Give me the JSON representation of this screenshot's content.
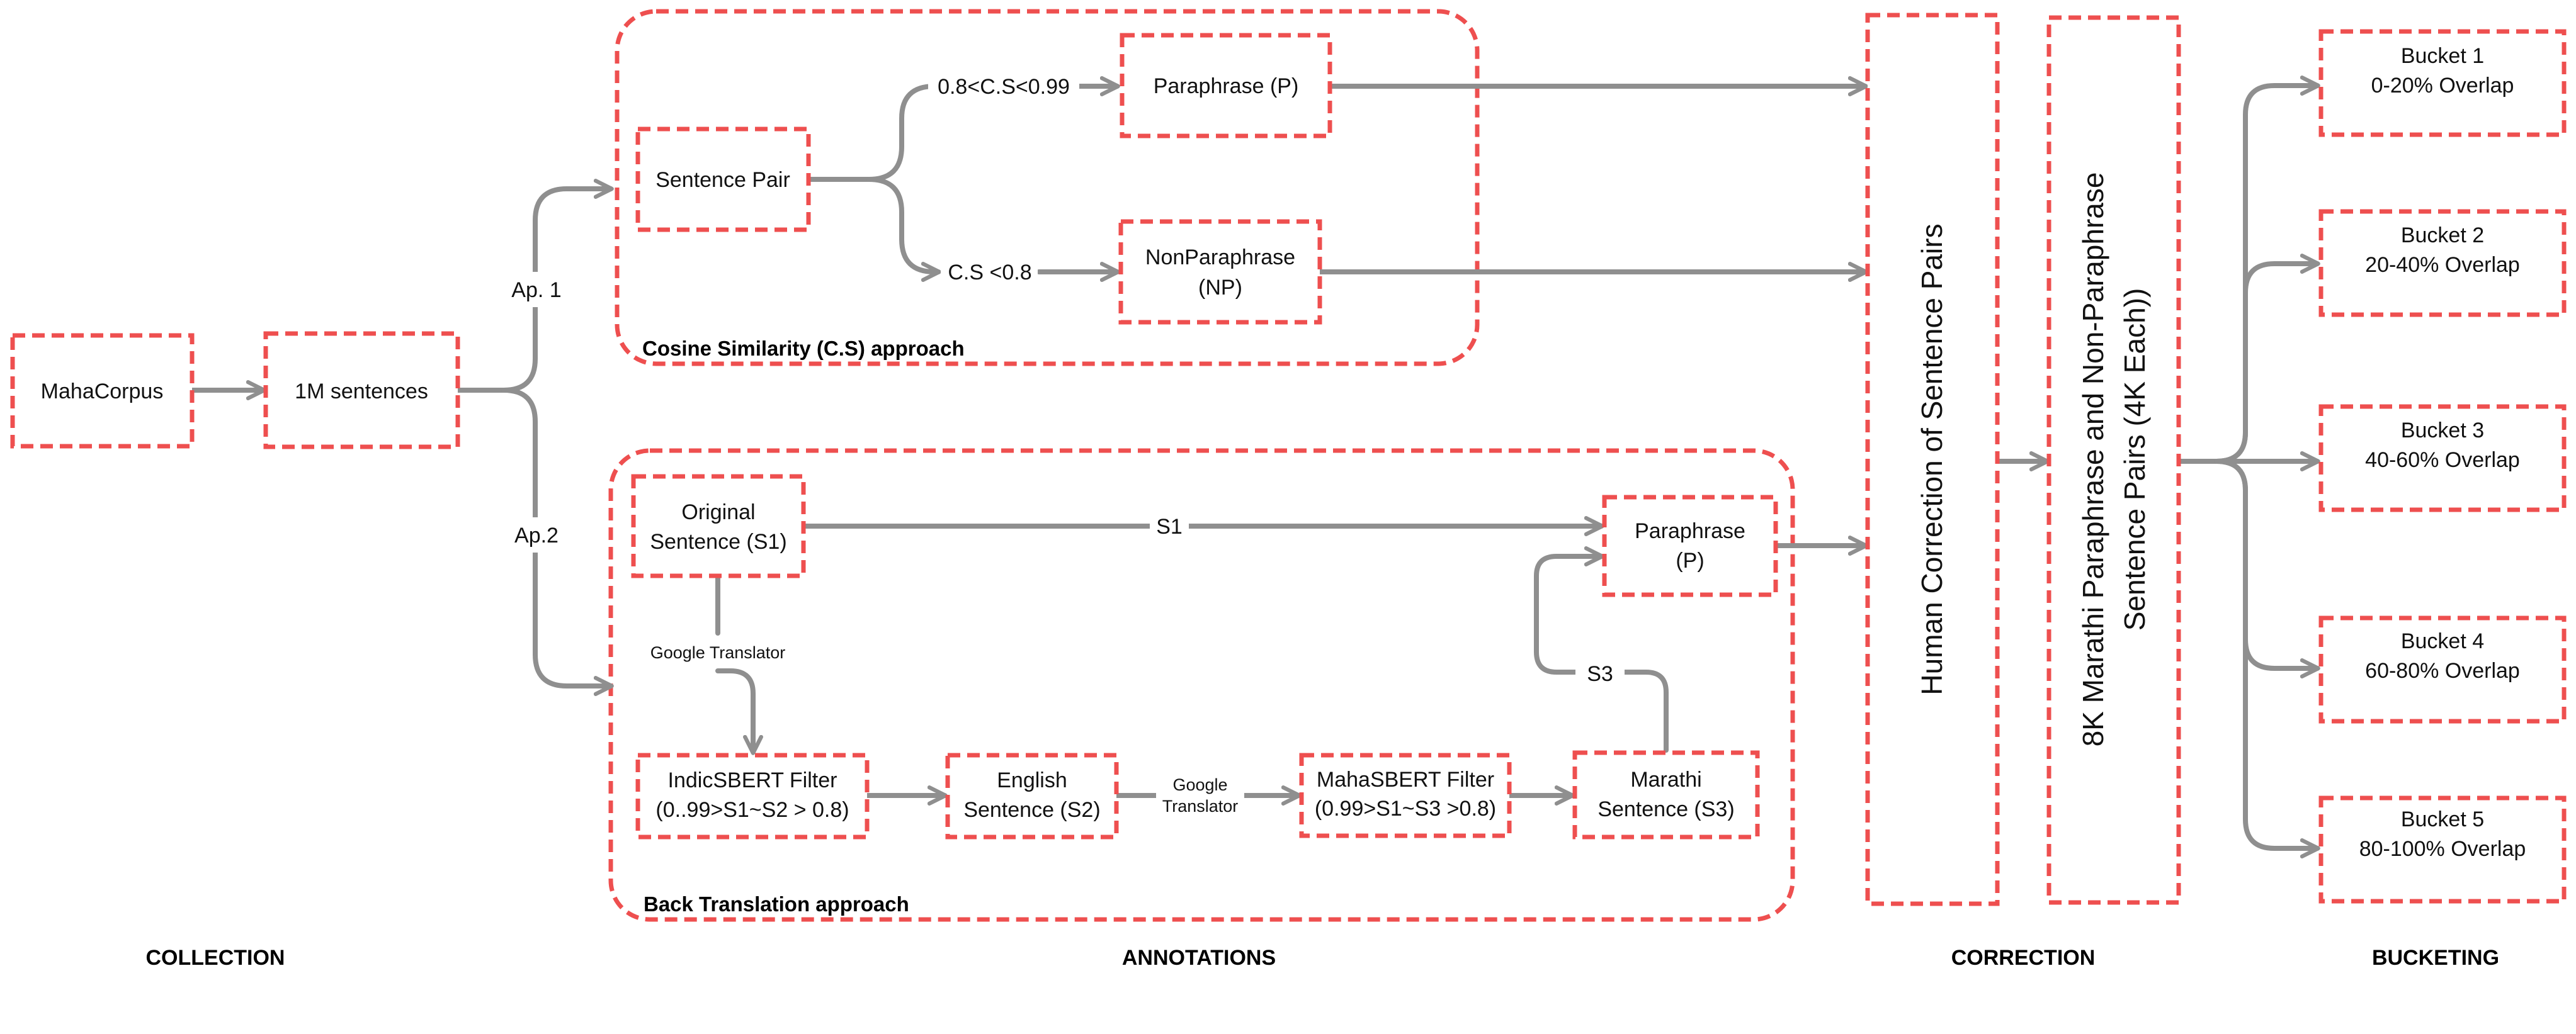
{
  "nodes": {
    "mahacorpus": "MahaCorpus",
    "sentences_1m": "1M sentences",
    "sentence_pair": "Sentence Pair",
    "paraphrase_p": "Paraphrase (P)",
    "nonparaphrase_l1": "NonParaphrase",
    "nonparaphrase_l2": "(NP)",
    "original_l1": "Original",
    "original_l2": "Sentence (S1)",
    "paraphrase2_l1": "Paraphrase",
    "paraphrase2_l2": "(P)",
    "indicsbert_l1": "IndicSBERT Filter",
    "indicsbert_l2": "(0..99>S1~S2 > 0.8)",
    "english_l1": "English",
    "english_l2": "Sentence (S2)",
    "mahasbert_l1": "MahaSBERT Filter",
    "mahasbert_l2": "(0.99>S1~S3 >0.8)",
    "marathi_l1": "Marathi",
    "marathi_l2": "Sentence (S3)",
    "human_correction": "Human Correction  of Sentence Pairs",
    "pairs_l1": "8K  Marathi Paraphrase and Non-Paraphrase",
    "pairs_l2": "Sentence Pairs (4K Each))"
  },
  "buckets": [
    {
      "name": "Bucket 1",
      "range": "0-20% Overlap"
    },
    {
      "name": "Bucket 2",
      "range": "20-40% Overlap"
    },
    {
      "name": "Bucket 3",
      "range": "40-60% Overlap"
    },
    {
      "name": "Bucket 4",
      "range": "60-80% Overlap"
    },
    {
      "name": "Bucket 5",
      "range": "80-100% Overlap"
    }
  ],
  "edge_labels": {
    "ap1": "Ap. 1",
    "ap2": "Ap.2",
    "cs_high": "0.8<C.S<0.99",
    "cs_low": "C.S <0.8",
    "s1": "S1",
    "s3": "S3",
    "google_translator_1": "Google Translator",
    "google_translator_2_l1": "Google",
    "google_translator_2_l2": "Translator"
  },
  "groups": {
    "cosine": "Cosine Similarity (C.S) approach",
    "backtranslation": "Back Translation approach"
  },
  "stages": {
    "collection": "COLLECTION",
    "annotations": "ANNOTATIONS",
    "correction": "CORRECTION",
    "bucketing": "BUCKETING"
  },
  "colors": {
    "box_border": "#ee4f4f",
    "arrow": "#8f8f8f",
    "text": "#111111"
  }
}
